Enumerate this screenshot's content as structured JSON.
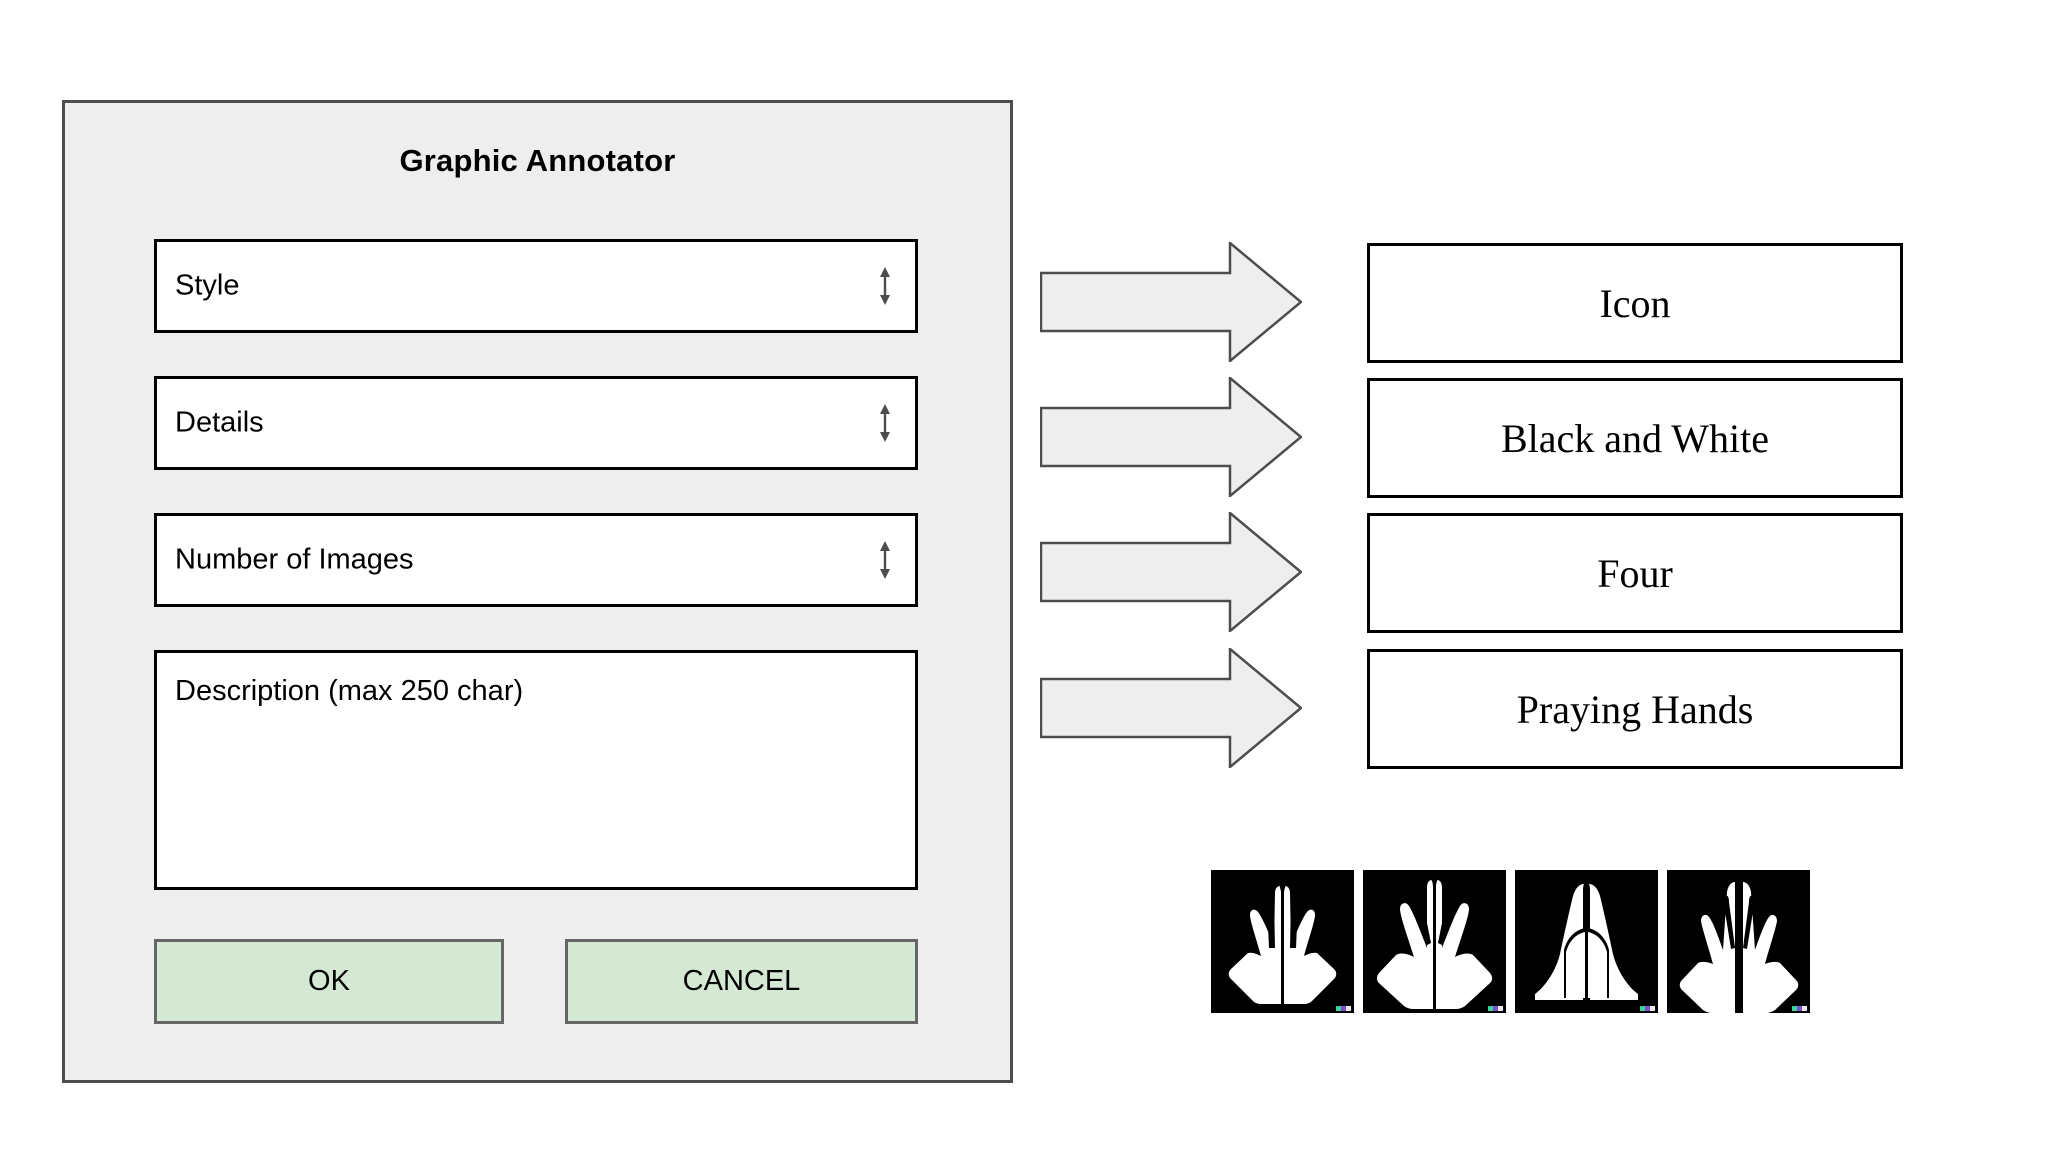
{
  "dialog": {
    "title": "Graphic Annotator",
    "fields": [
      {
        "name": "style",
        "label": "Style",
        "control": "spinner"
      },
      {
        "name": "details",
        "label": "Details",
        "control": "spinner"
      },
      {
        "name": "count",
        "label": "Number of Images",
        "control": "spinner"
      },
      {
        "name": "description",
        "label": "Description (max 250 char)",
        "control": "textarea"
      }
    ],
    "buttons": {
      "ok": "OK",
      "cancel": "CANCEL"
    },
    "colors": {
      "panel_background": "#eeeeee",
      "panel_border": "#4d4d4d",
      "field_background": "#ffffff",
      "field_border": "#000000",
      "button_background": "#d5e8d4",
      "button_border": "#666666"
    }
  },
  "flow": {
    "arrow_icon": "right-arrow-icon",
    "arrow_fill": "#eeeeee",
    "arrow_stroke": "#4d4d4d",
    "results": [
      {
        "name": "style",
        "value": "Icon"
      },
      {
        "name": "details",
        "value": "Black and White"
      },
      {
        "name": "count",
        "value": "Four"
      },
      {
        "name": "description",
        "value": "Praying Hands"
      }
    ]
  },
  "thumbnails": {
    "count": 4,
    "subject": "praying-hands",
    "background": "#000000",
    "foreground": "#ffffff",
    "items": [
      {
        "name": "praying-hands-thumbnail-1"
      },
      {
        "name": "praying-hands-thumbnail-2"
      },
      {
        "name": "praying-hands-thumbnail-3"
      },
      {
        "name": "praying-hands-thumbnail-4"
      }
    ]
  }
}
